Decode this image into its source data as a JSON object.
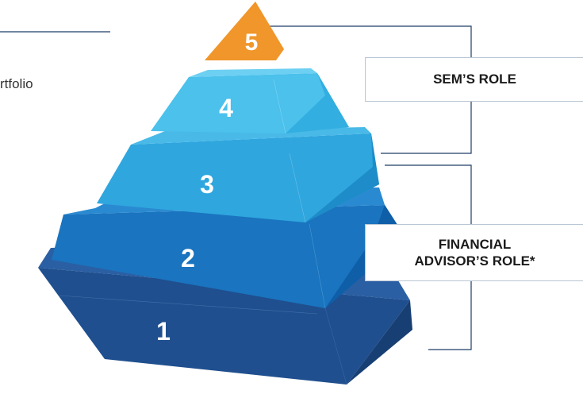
{
  "text_fragment": "rtfolio",
  "levels": [
    "1",
    "2",
    "3",
    "4",
    "5"
  ],
  "roles": {
    "sem": "SEM’S ROLE",
    "financial_advisor_line1": "FINANCIAL",
    "financial_advisor_line2": "ADVISOR’S ROLE*"
  },
  "colors": {
    "tier1": "#1f4f8f",
    "tier2": "#1a74bf",
    "tier3": "#2fa6de",
    "tier4": "#4bc1ec",
    "tier5": "#f5a53a",
    "connector": "#1f3d66"
  }
}
